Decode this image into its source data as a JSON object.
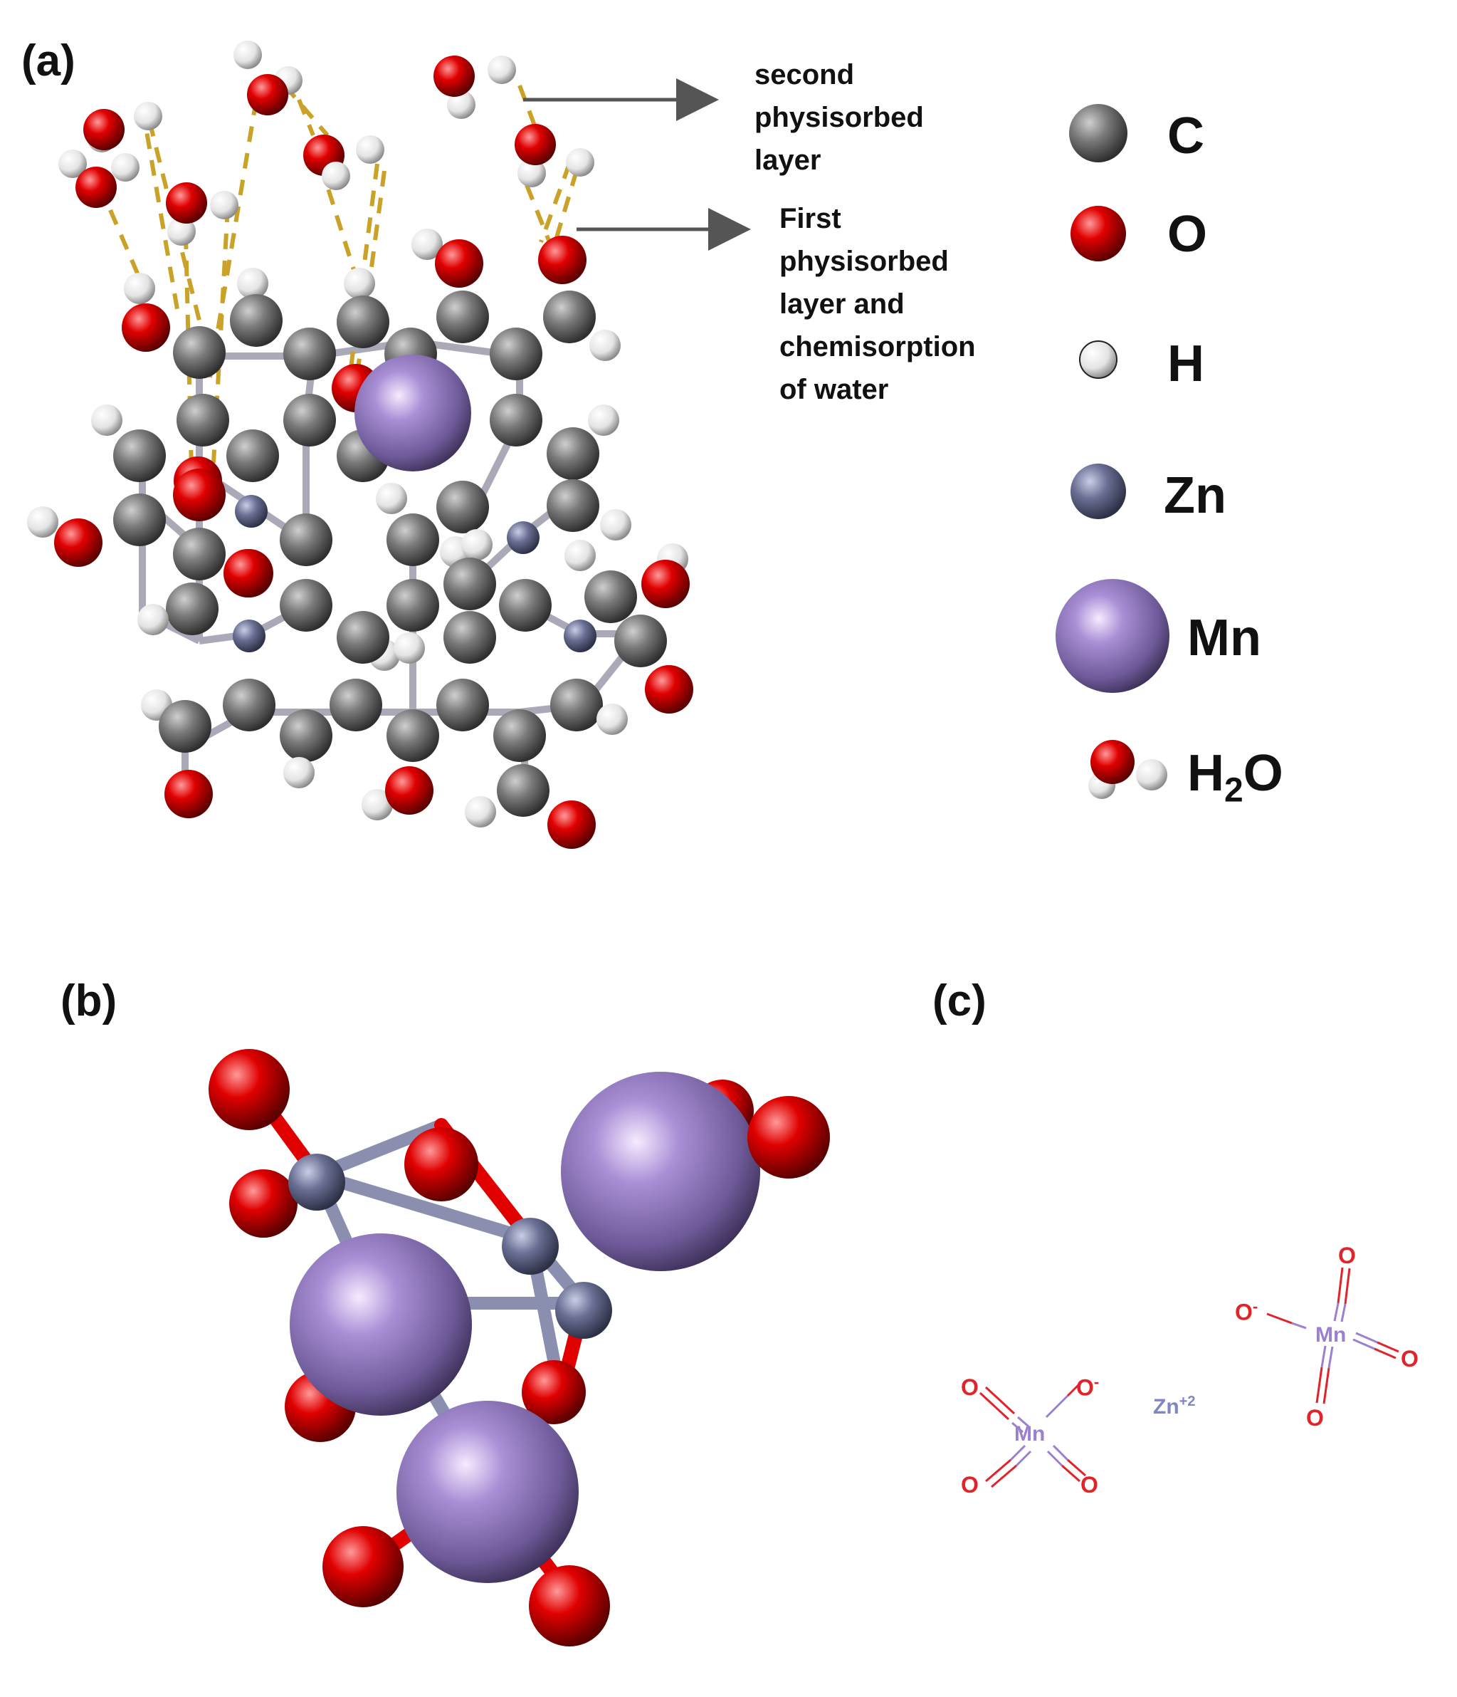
{
  "panels": {
    "a": {
      "label": "(a)"
    },
    "b": {
      "label": "(b)"
    },
    "c": {
      "label": "(c)"
    }
  },
  "annotations": {
    "second_layer": [
      "second",
      "physisorbed",
      "layer"
    ],
    "first_layer": [
      "First",
      "physisorbed",
      "layer and",
      "chemisorption",
      "of water"
    ]
  },
  "legend": {
    "items": [
      {
        "label": "C",
        "icon": "carbon-atom-icon",
        "color": "#6e6e6e"
      },
      {
        "label": "O",
        "icon": "oxygen-atom-icon",
        "color": "#d40000"
      },
      {
        "label": "H",
        "icon": "hydrogen-atom-icon",
        "color": "#e8e8e8"
      },
      {
        "label": "Zn",
        "icon": "zinc-atom-icon",
        "color": "#6a7094"
      },
      {
        "label": "Mn",
        "icon": "manganese-atom-icon",
        "color": "#8a6fb8"
      }
    ],
    "water": {
      "label_main": "H",
      "label_sub": "2",
      "label_end": "O",
      "icon": "water-molecule-icon"
    }
  },
  "structure_c": {
    "left_mn": "Mn",
    "right_mn": "Mn",
    "o": "O",
    "o_minus": "O",
    "minus": "-",
    "zn": "Zn",
    "zn_charge": "+2"
  },
  "colors": {
    "carbon": "#6e6e6e",
    "oxygen": "#d40000",
    "hydrogen": "#eeeeee",
    "zinc": "#6a7094",
    "manganese": "#8a6fb8",
    "hbond": "#c9a227",
    "arrow": "#555555",
    "skeletal_o": "#e0242a",
    "skeletal_mn": "#9b7fd0",
    "skeletal_zn": "#7f86c0"
  }
}
